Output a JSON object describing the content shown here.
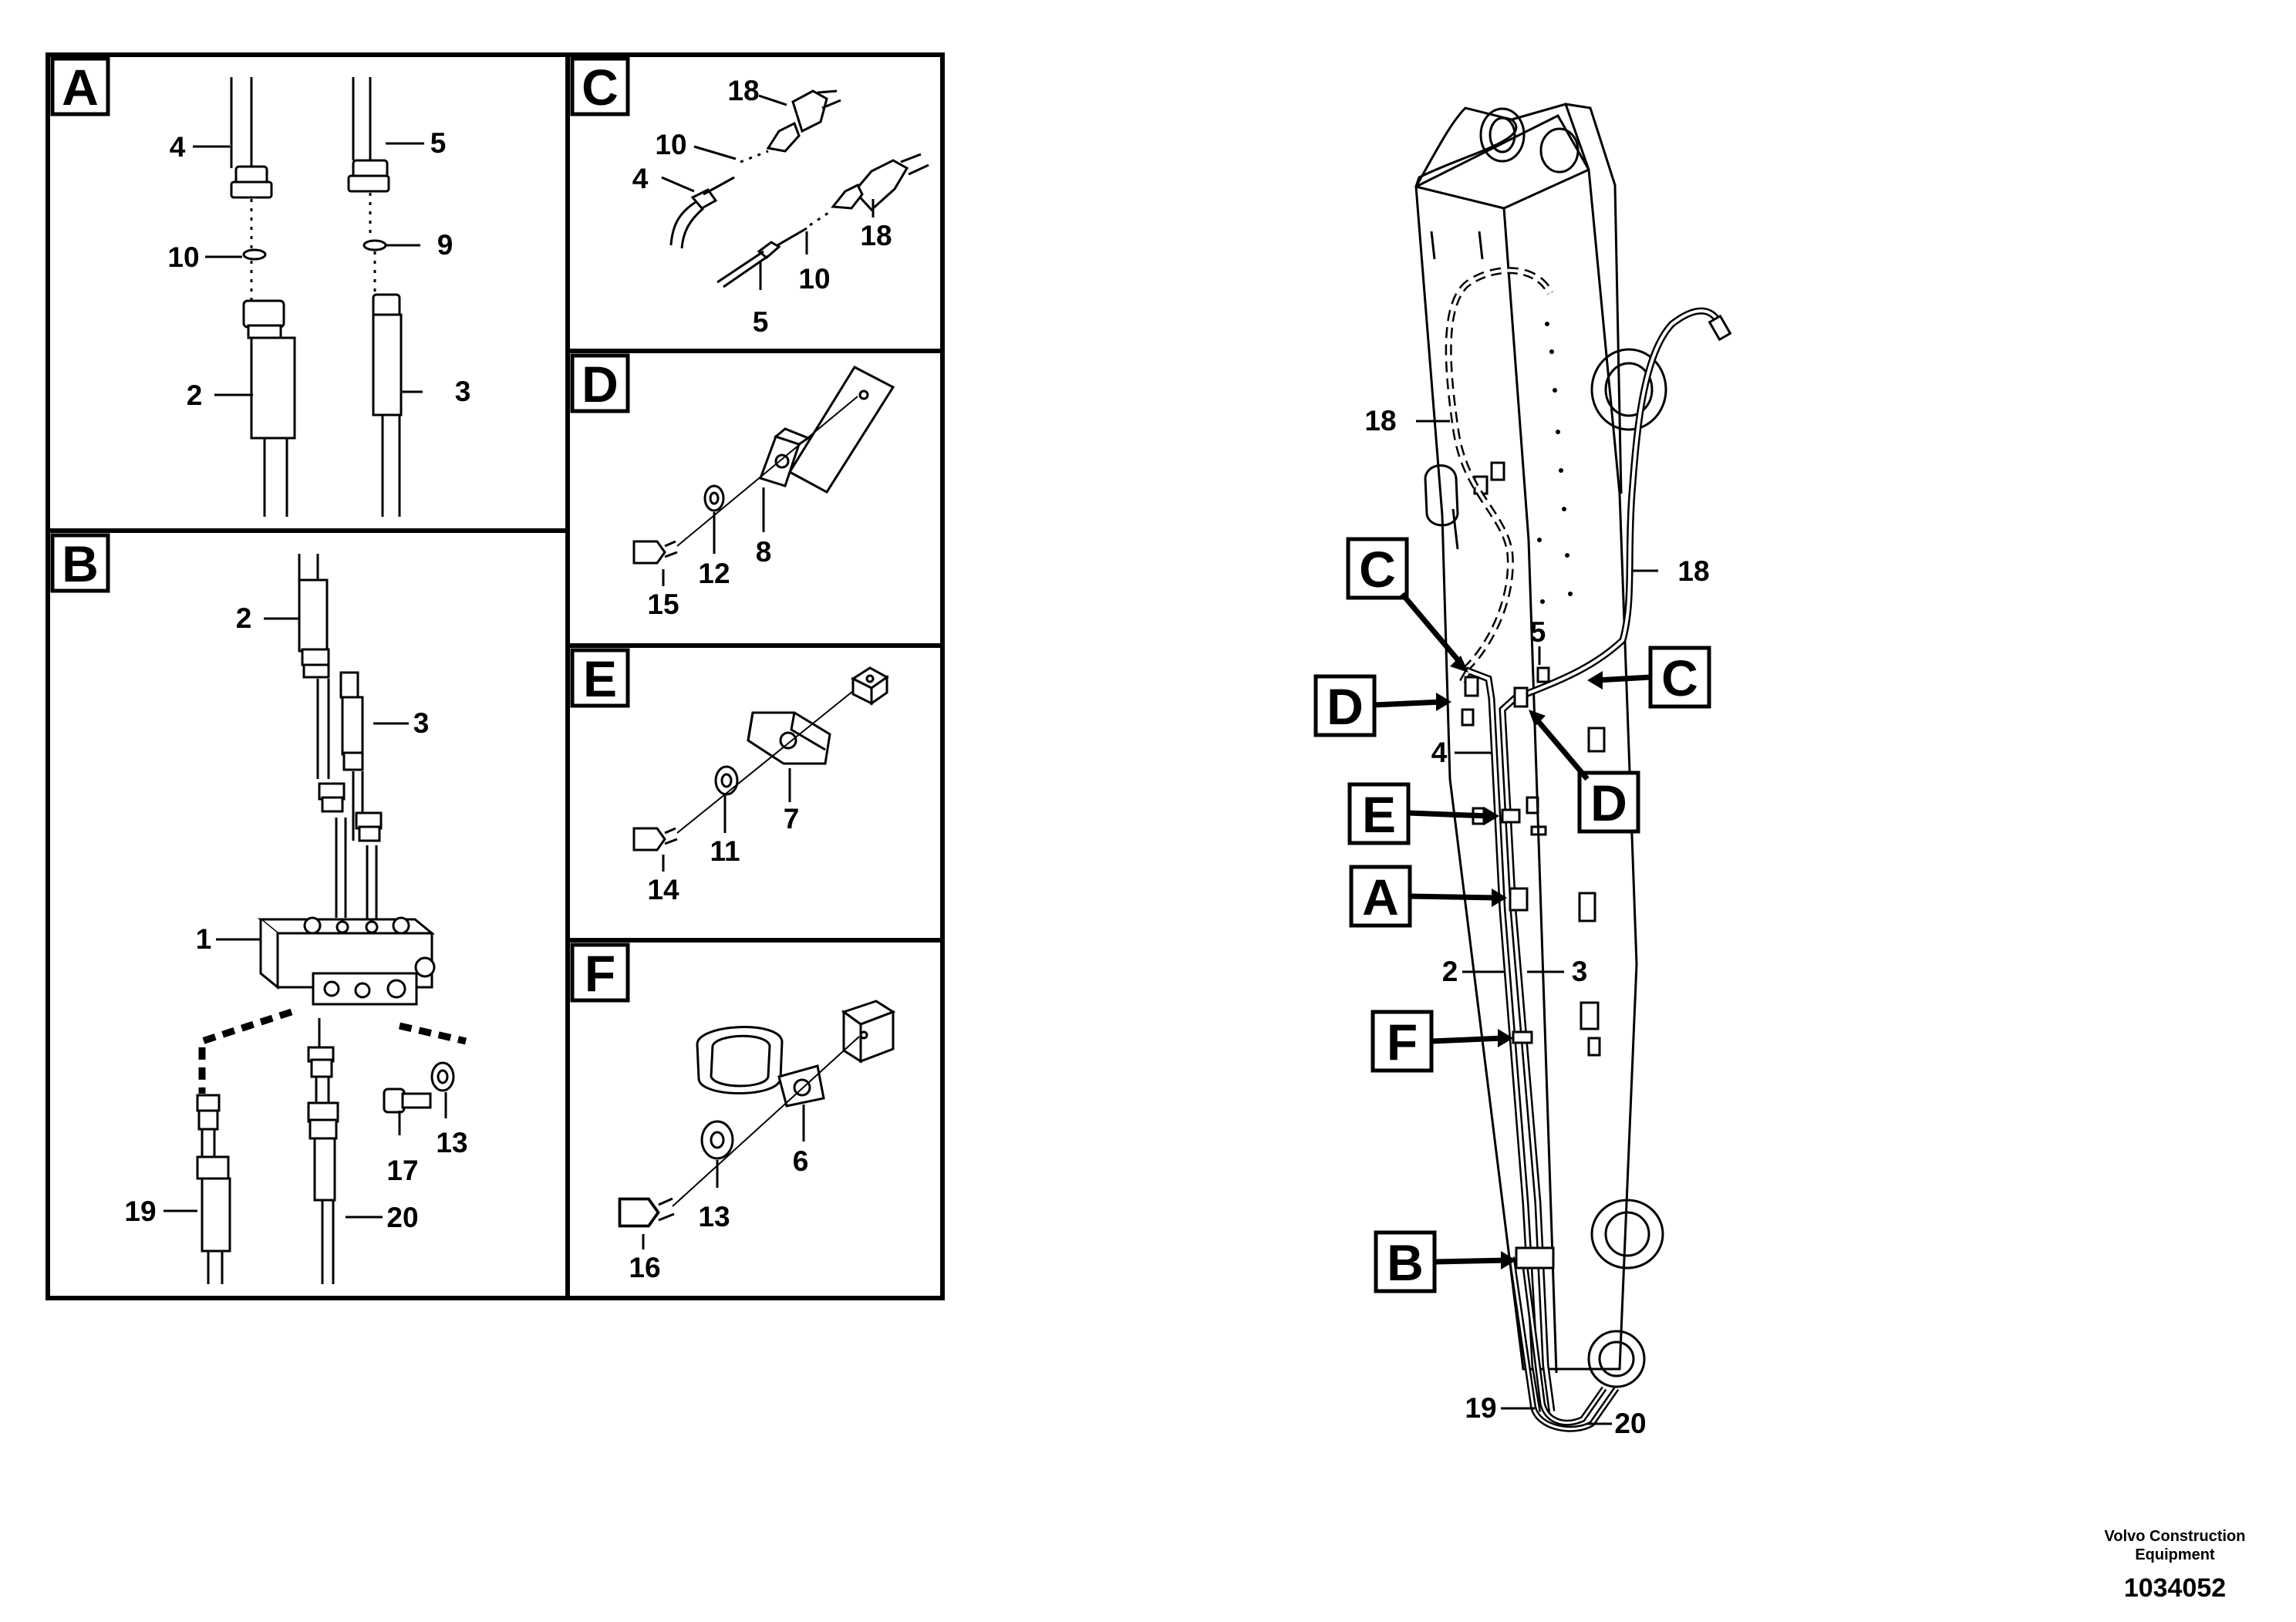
{
  "panels": [
    {
      "id": "A",
      "letter": "A",
      "callouts": [
        "4",
        "5",
        "10",
        "9",
        "2",
        "3"
      ]
    },
    {
      "id": "B",
      "letter": "B",
      "callouts": [
        "2",
        "3",
        "1",
        "17",
        "13",
        "19",
        "20"
      ]
    },
    {
      "id": "C",
      "letter": "C",
      "callouts": [
        "18",
        "10",
        "4",
        "18",
        "10",
        "5"
      ]
    },
    {
      "id": "D",
      "letter": "D",
      "callouts": [
        "12",
        "8",
        "15"
      ]
    },
    {
      "id": "E",
      "letter": "E",
      "callouts": [
        "7",
        "11",
        "14"
      ]
    },
    {
      "id": "F",
      "letter": "F",
      "callouts": [
        "6",
        "13",
        "16"
      ]
    }
  ],
  "overview": {
    "detail_tags": [
      "C",
      "C",
      "D",
      "D",
      "E",
      "A",
      "F",
      "B"
    ],
    "callouts": [
      "18",
      "18",
      "5",
      "4",
      "2",
      "3",
      "19",
      "20"
    ]
  },
  "footer": {
    "maker_line1": "Volvo Construction",
    "maker_line2": "Equipment",
    "drawing_number": "1034052"
  }
}
